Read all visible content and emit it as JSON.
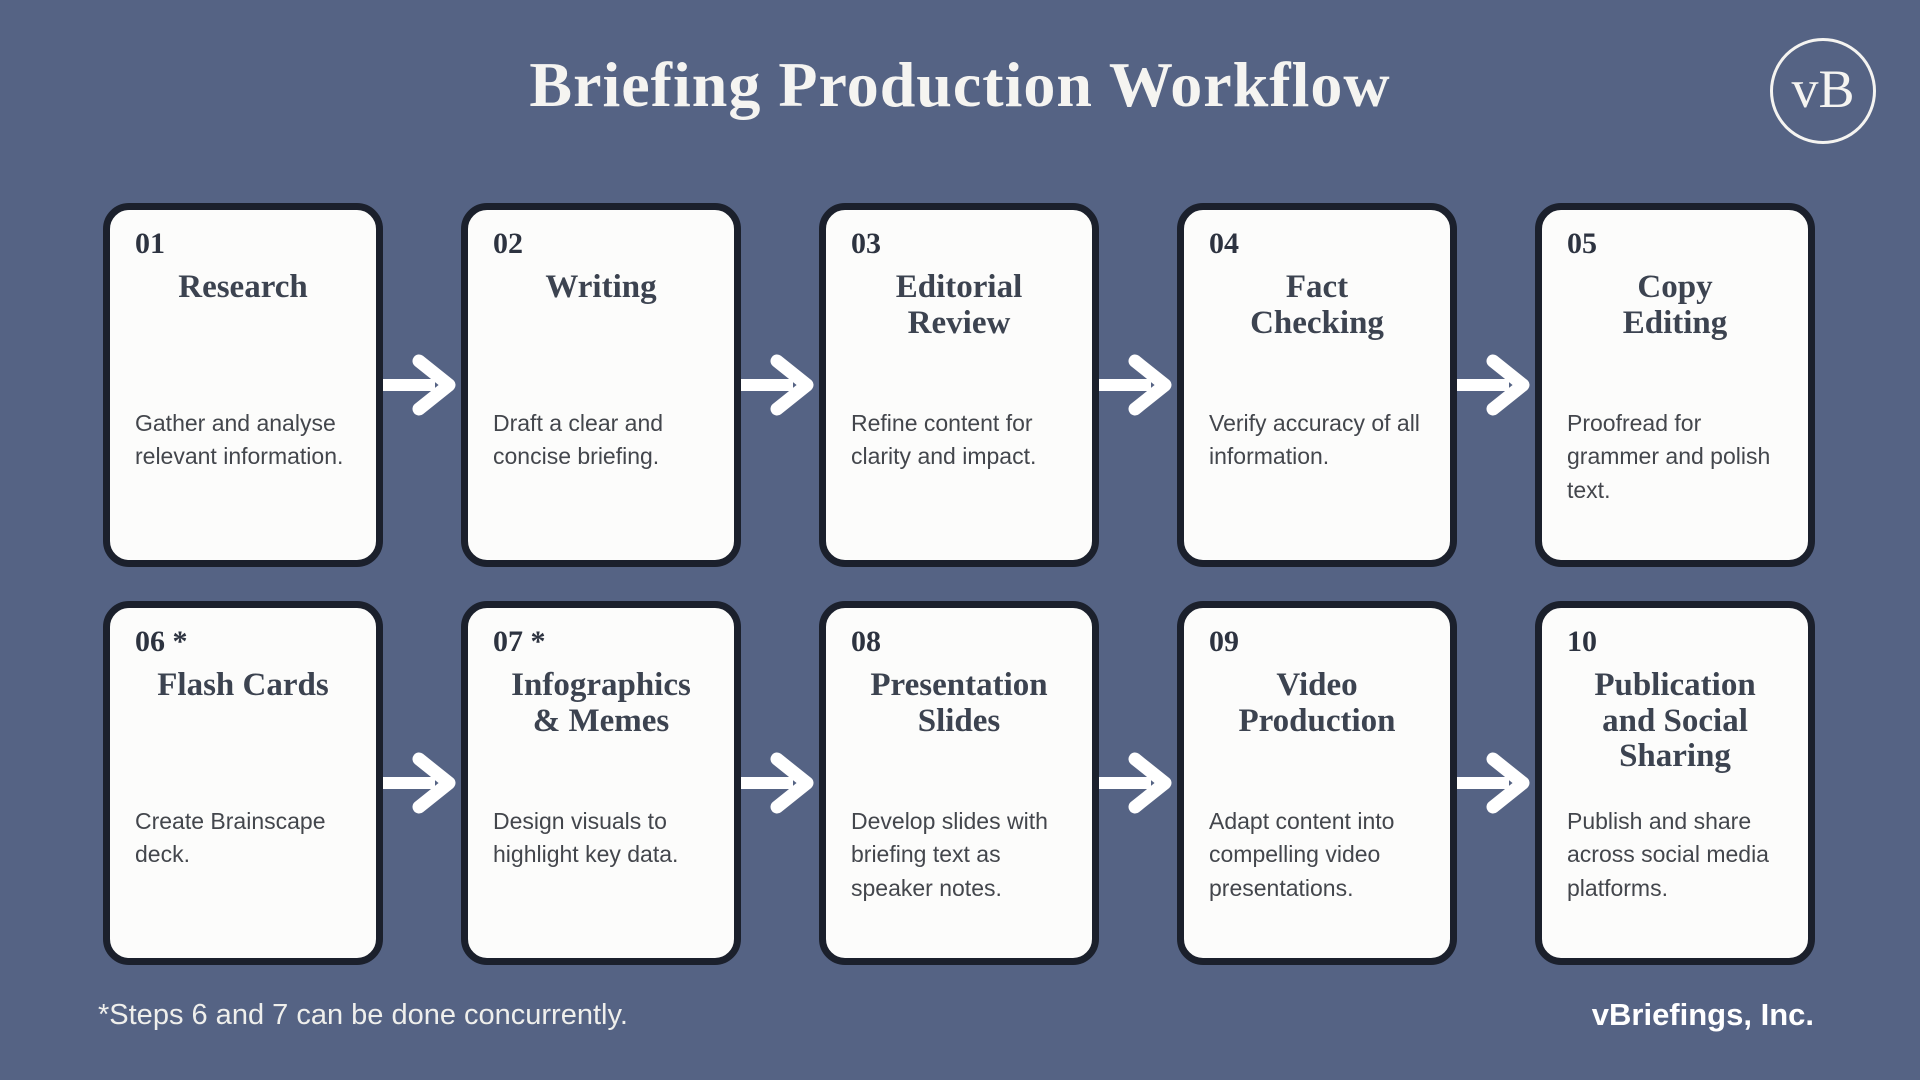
{
  "page": {
    "title": "Briefing Production Workflow",
    "logo_text": "vB",
    "footnote": "*Steps 6 and 7 can be done concurrently.",
    "company": "vBriefings, Inc."
  },
  "colors": {
    "background": "#556384",
    "card_background": "#FCFCFB",
    "card_border": "#1B202C",
    "card_number_text": "#2D3340",
    "card_title_text": "#3C4350",
    "card_description_text": "#43464C",
    "light_text": "#F5F4F1",
    "arrow": "#FFFFFF"
  },
  "steps": [
    {
      "number": "01",
      "title": "Research",
      "description": "Gather and analyse relevant information."
    },
    {
      "number": "02",
      "title": "Writing",
      "description": "Draft a clear and concise briefing."
    },
    {
      "number": "03",
      "title": "Editorial\nReview",
      "description": "Refine content for clarity and impact."
    },
    {
      "number": "04",
      "title": "Fact\nChecking",
      "description": "Verify accuracy of all information."
    },
    {
      "number": "05",
      "title": "Copy\nEditing",
      "description": "Proofread for grammer and polish text."
    },
    {
      "number": "06 *",
      "title": "Flash Cards",
      "description": "Create Brainscape deck."
    },
    {
      "number": "07 *",
      "title": "Infographics\n& Memes",
      "description": "Design visuals to highlight key data."
    },
    {
      "number": "08",
      "title": "Presentation\nSlides",
      "description": "Develop slides with briefing text as speaker notes."
    },
    {
      "number": "09",
      "title": "Video\nProduction",
      "description": "Adapt content into compelling video presentations."
    },
    {
      "number": "10",
      "title": "Publication\nand Social\nSharing",
      "description": "Publish and share across social media platforms."
    }
  ]
}
